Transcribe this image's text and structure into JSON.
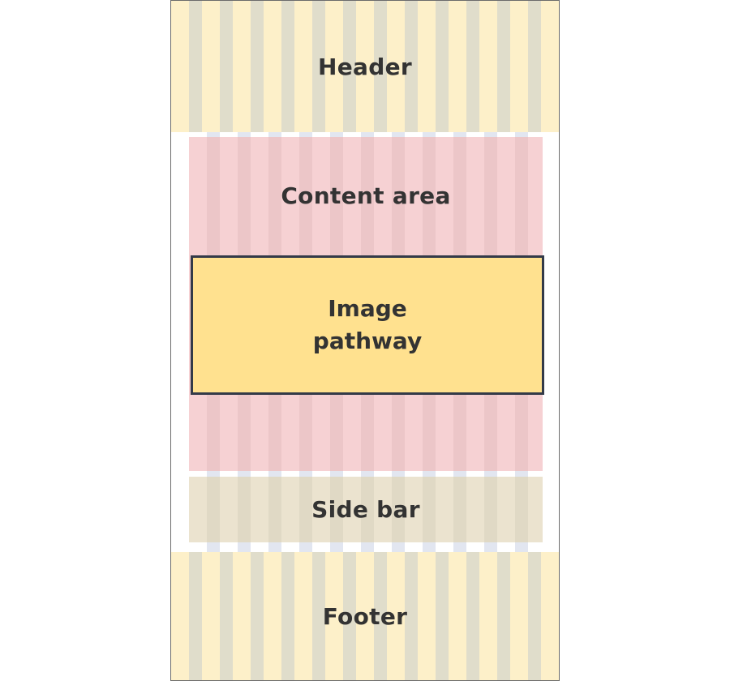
{
  "regions": {
    "header": "Header",
    "content": "Content area",
    "image_pathway": "Image\npathway",
    "sidebar": "Side bar",
    "footer": "Footer"
  },
  "colors": {
    "header_footer": "#fdf0c9",
    "content": "#f6d1d3",
    "image_pathway": "#ffe18f",
    "image_border": "#333a48",
    "sidebar": "#ebe3cf",
    "text": "#333333"
  }
}
